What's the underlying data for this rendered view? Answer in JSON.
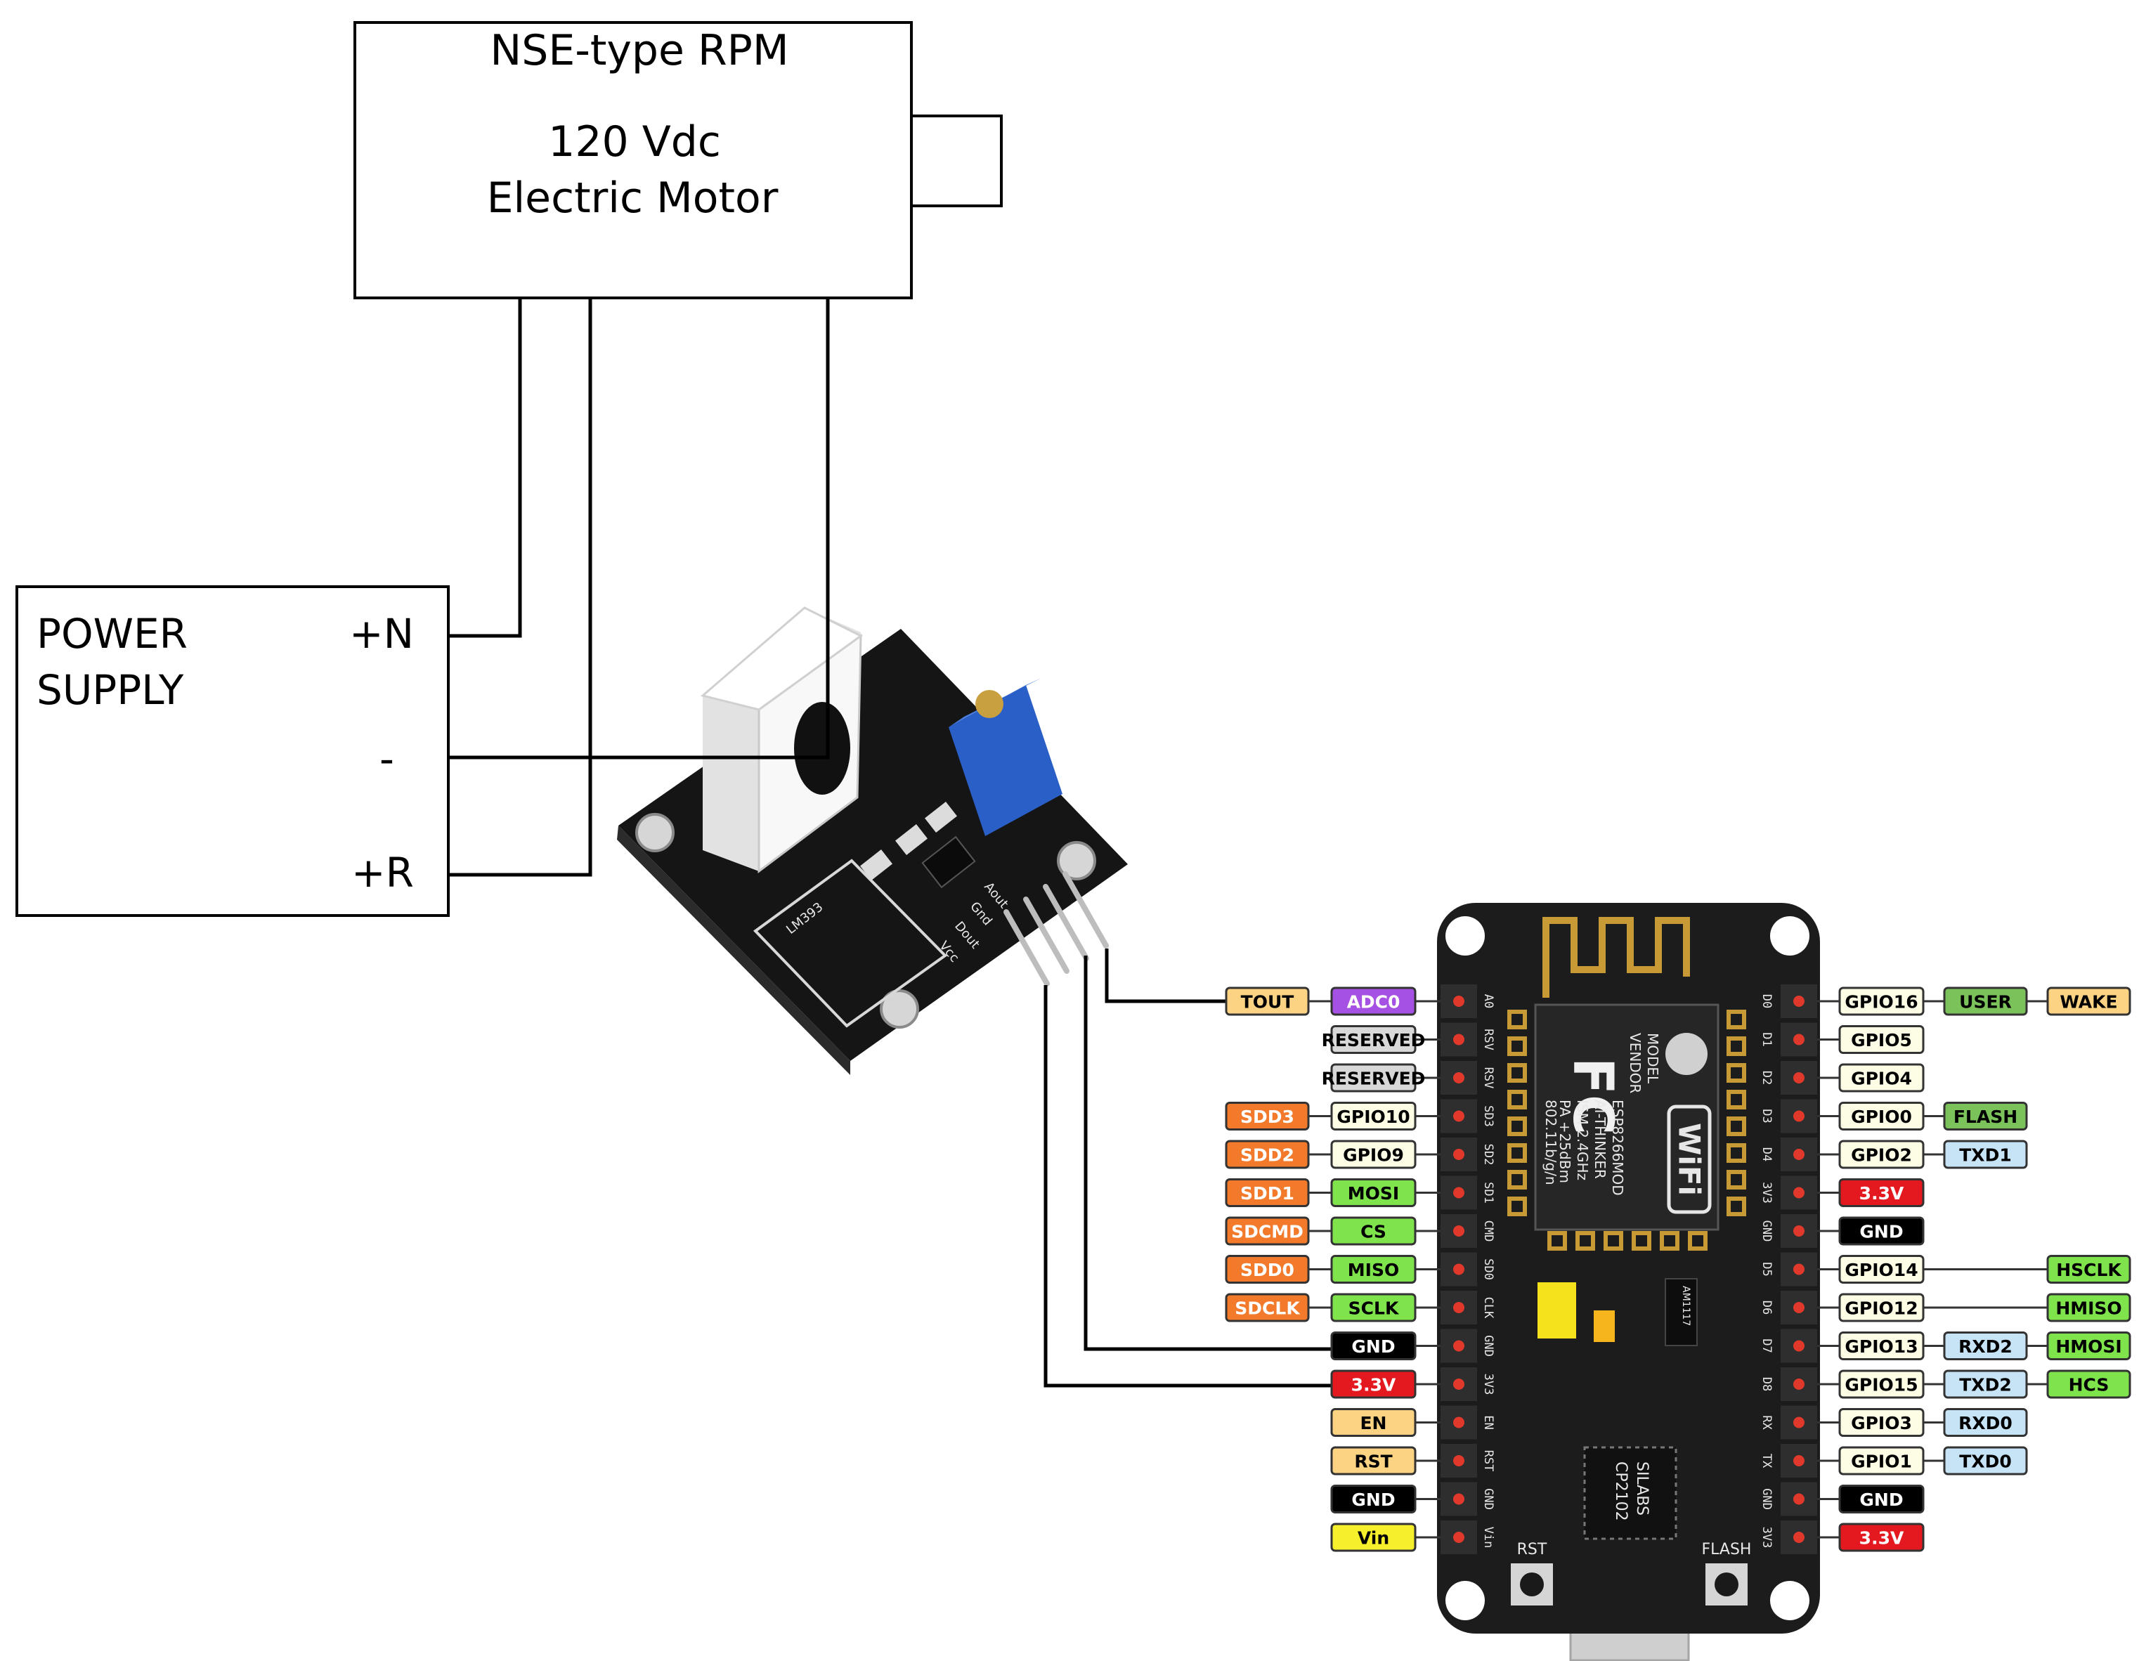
{
  "motor": {
    "line1": "NSE-type RPM",
    "line2": "120 Vdc",
    "line3": "Electric Motor"
  },
  "power_supply": {
    "line1": "POWER",
    "line2": "SUPPLY",
    "plus_n": "+N",
    "minus": "-",
    "plus_r": "+R"
  },
  "sensor": {
    "pin_aout": "Aout",
    "pin_gnd": "Gnd",
    "pin_dout": "Dout",
    "pin_vcc": "Vcc",
    "chip": "LM393"
  },
  "board": {
    "module_labels": [
      "MODEL",
      "VENDOR",
      "ESP8266MOD",
      "AI-THINKER",
      "ISM 2.4GHz",
      "PA +25dBm",
      "802.11b/g/n"
    ],
    "fcc": "FC",
    "wifi": "WiFi",
    "regulator": "AM1117",
    "usb_chip": [
      "SILABS",
      "CP2102"
    ],
    "btn_rst": "RST",
    "btn_flash": "FLASH",
    "silk_left": [
      "A0",
      "RSV",
      "RSV",
      "SD3",
      "SD2",
      "SD1",
      "CMD",
      "SD0",
      "CLK",
      "GND",
      "3V3",
      "EN",
      "RST",
      "GND",
      "Vin"
    ],
    "silk_right": [
      "D0",
      "D1",
      "D2",
      "D3",
      "D4",
      "3V3",
      "GND",
      "D5",
      "D6",
      "D7",
      "D8",
      "RX",
      "TX",
      "GND",
      "3V3"
    ]
  },
  "pins_left": [
    {
      "outer": "TOUT",
      "main": "ADC0"
    },
    {
      "outer": "",
      "main": "RESERVED"
    },
    {
      "outer": "",
      "main": "RESERVED"
    },
    {
      "outer": "SDD3",
      "main": "GPIO10"
    },
    {
      "outer": "SDD2",
      "main": "GPIO9"
    },
    {
      "outer": "SDD1",
      "main": "MOSI"
    },
    {
      "outer": "SDCMD",
      "main": "CS"
    },
    {
      "outer": "SDD0",
      "main": "MISO"
    },
    {
      "outer": "SDCLK",
      "main": "SCLK"
    },
    {
      "outer": "",
      "main": "GND"
    },
    {
      "outer": "",
      "main": "3.3V"
    },
    {
      "outer": "",
      "main": "EN"
    },
    {
      "outer": "",
      "main": "RST"
    },
    {
      "outer": "",
      "main": "GND"
    },
    {
      "outer": "",
      "main": "Vin"
    }
  ],
  "pins_right": [
    {
      "main": "GPIO16",
      "mid": "USER",
      "far": "WAKE"
    },
    {
      "main": "GPIO5",
      "mid": "",
      "far": ""
    },
    {
      "main": "GPIO4",
      "mid": "",
      "far": ""
    },
    {
      "main": "GPIO0",
      "mid": "FLASH",
      "far": ""
    },
    {
      "main": "GPIO2",
      "mid": "TXD1",
      "far": ""
    },
    {
      "main": "3.3V",
      "mid": "",
      "far": ""
    },
    {
      "main": "GND",
      "mid": "",
      "far": ""
    },
    {
      "main": "GPIO14",
      "mid": "",
      "far": "HSCLK"
    },
    {
      "main": "GPIO12",
      "mid": "",
      "far": "HMISO"
    },
    {
      "main": "GPIO13",
      "mid": "RXD2",
      "far": "HMOSI"
    },
    {
      "main": "GPIO15",
      "mid": "TXD2",
      "far": "HCS"
    },
    {
      "main": "GPIO3",
      "mid": "RXD0",
      "far": ""
    },
    {
      "main": "GPIO1",
      "mid": "TXD0",
      "far": ""
    },
    {
      "main": "GND",
      "mid": "",
      "far": ""
    },
    {
      "main": "3.3V",
      "mid": "",
      "far": ""
    }
  ],
  "colors": {
    "tout": "#fcd383",
    "adc": "#a551e3",
    "reserved": "#d8d8d8",
    "sdd": "#f27a2a",
    "green": "#7fe34c",
    "gnd": "#000000",
    "v33": "#e3191f",
    "en": "#fcd383",
    "vin": "#f6ef2c",
    "gpio": "#fdfde6",
    "user": "#7bc25a",
    "wake": "#fcd383",
    "txd": "#c7e3f6",
    "h": "#7fe34c",
    "board": "#1c1c1c"
  }
}
